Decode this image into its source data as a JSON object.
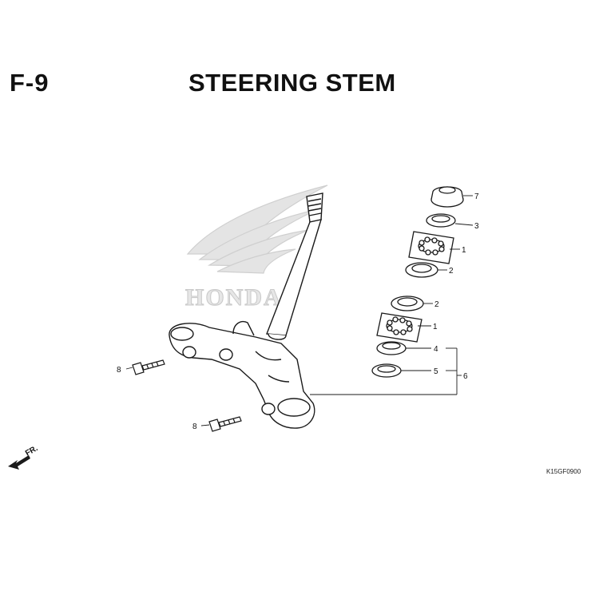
{
  "header": {
    "section_code": "F-9",
    "title": "STEERING STEM"
  },
  "watermark": {
    "brand_text": "HONDA",
    "icon": "honda-wing-logo"
  },
  "front_indicator": {
    "label": "FR.",
    "icon": "arrow-left-down-icon"
  },
  "drawing_code": "K15GF0900",
  "callouts": {
    "c7": "7",
    "c3": "3",
    "c1_upper": "1",
    "c2_upper": "2",
    "c2_lower": "2",
    "c1_lower": "1",
    "c4": "4",
    "c5": "5",
    "c6": "6",
    "c8_upper": "8",
    "c8_lower": "8"
  },
  "colors": {
    "line": "#1a1a1a",
    "watermark": "#cfcfcf",
    "background": "#ffffff"
  }
}
